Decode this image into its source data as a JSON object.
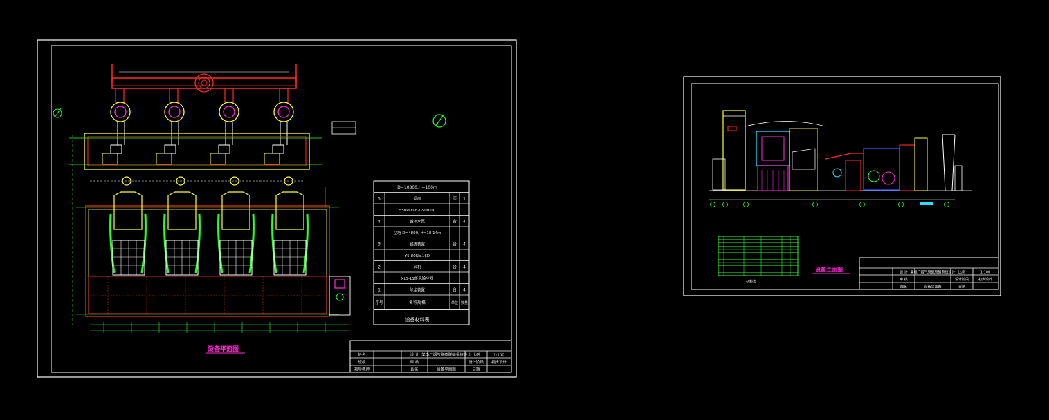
{
  "colors": {
    "background": "#000000",
    "frame": "#ffffff",
    "red": "#ff2a2a",
    "yellow": "#ffff33",
    "green": "#29ff29",
    "magenta": "#ff2bd6",
    "cyan": "#29e0ff",
    "blue": "#3355ff"
  },
  "sheet1": {
    "drawing_title": "设备平面图",
    "equipment_table": {
      "header": "D=10800,H=100m",
      "rows": [
        {
          "no": "5",
          "name": "烟囱",
          "unit": "座",
          "qty": "1"
        },
        {
          "no": "",
          "name": "550PaD-E-G500-00",
          "unit": "",
          "qty": ""
        },
        {
          "no": "4",
          "name": "循环水泵",
          "unit": "台",
          "qty": "4"
        },
        {
          "no": "",
          "name": "空塔  D=4800,  H=18.14m",
          "unit": "",
          "qty": ""
        },
        {
          "no": "3",
          "name": "脱硫装置",
          "unit": "台",
          "qty": "4"
        },
        {
          "no": "",
          "name": "Y5-80No.16D",
          "unit": "",
          "qty": ""
        },
        {
          "no": "2",
          "name": "风机",
          "unit": "台",
          "qty": "4"
        },
        {
          "no": "",
          "name": "XLS-11旋风除尘器",
          "unit": "",
          "qty": ""
        },
        {
          "no": "1",
          "name": "除尘装置",
          "unit": "台",
          "qty": "4"
        }
      ],
      "footer": {
        "no": "序号",
        "name": "名称规格",
        "unit": "单位",
        "qty": "数量"
      },
      "caption": "设备材料表"
    },
    "title_block": {
      "row1": [
        "姓名",
        "",
        "设 计",
        "某电厂烟气脱硫脱硝系统设计",
        "比例",
        "1:100"
      ],
      "row2": [
        "班级",
        "",
        "审 核",
        "",
        "设计阶段",
        "初步设计"
      ],
      "row3": [
        "指导教师",
        "",
        "图名",
        "设备平面图",
        "日期",
        ""
      ]
    }
  },
  "sheet2": {
    "drawing_title": "设备立面图",
    "list_caption": "材料表",
    "title_block": {
      "row1": [
        "设 计",
        "某电厂烟气脱硫脱硝系统设计",
        "比例",
        "1:100"
      ],
      "row2": [
        "审 核",
        "",
        "设计阶段",
        "初步设计"
      ],
      "row3": [
        "图名",
        "设备立面图",
        "日期",
        ""
      ]
    }
  }
}
